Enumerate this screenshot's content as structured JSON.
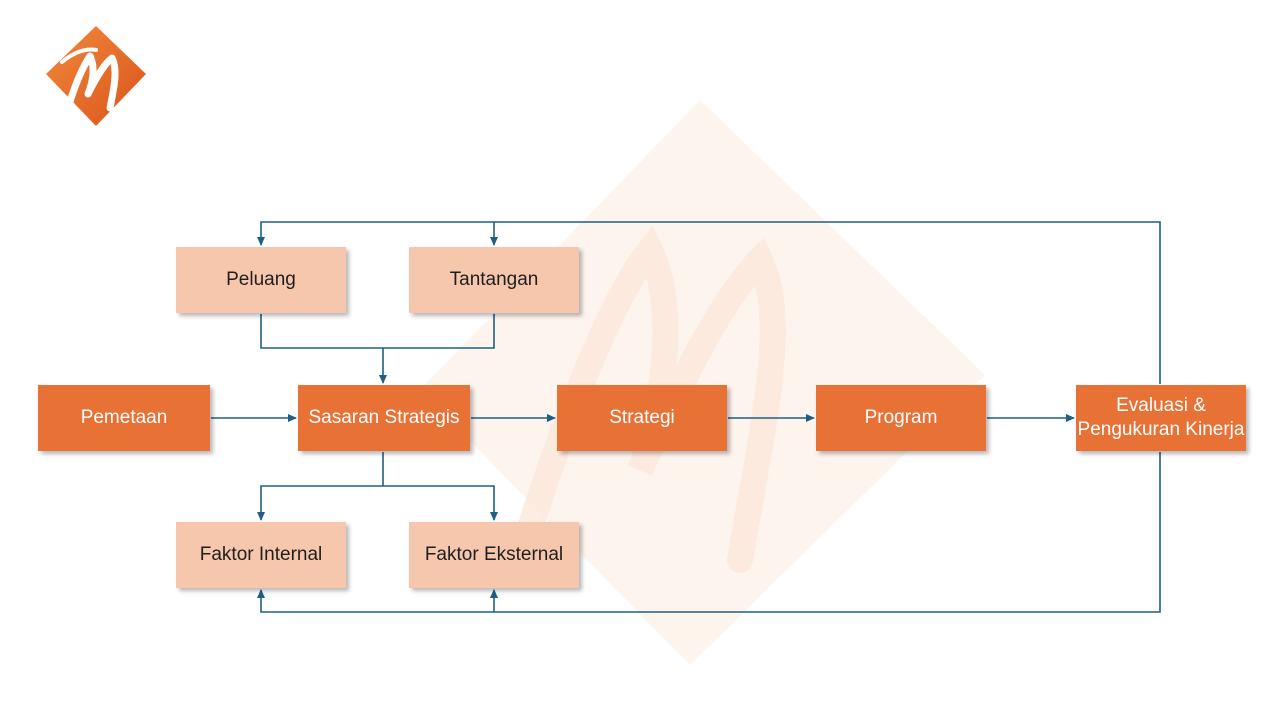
{
  "diagram": {
    "nodes": {
      "peluang": "Peluang",
      "tantangan": "Tantangan",
      "pemetaan": "Pemetaan",
      "sasaran_strategis": "Sasaran Strategis",
      "strategi": "Strategi",
      "program": "Program",
      "evaluasi_line1": "Evaluasi &",
      "evaluasi_line2": "Pengukuran Kinerja",
      "faktor_internal": "Faktor Internal",
      "faktor_eksternal": "Faktor Eksternal"
    },
    "edges": [
      {
        "from": "Pemetaan",
        "to": "Sasaran Strategis"
      },
      {
        "from": "Peluang",
        "to": "Sasaran Strategis"
      },
      {
        "from": "Tantangan",
        "to": "Sasaran Strategis"
      },
      {
        "from": "Sasaran Strategis",
        "to": "Strategi"
      },
      {
        "from": "Strategi",
        "to": "Program"
      },
      {
        "from": "Program",
        "to": "Evaluasi & Pengukuran Kinerja"
      },
      {
        "from": "Sasaran Strategis",
        "to": "Faktor Internal"
      },
      {
        "from": "Sasaran Strategis",
        "to": "Faktor Eksternal"
      },
      {
        "from": "Evaluasi & Pengukuran Kinerja",
        "to": "Peluang"
      },
      {
        "from": "Evaluasi & Pengukuran Kinerja",
        "to": "Tantangan"
      },
      {
        "from": "Evaluasi & Pengukuran Kinerja",
        "to": "Faktor Internal"
      },
      {
        "from": "Evaluasi & Pengukuran Kinerja",
        "to": "Faktor Eksternal"
      }
    ]
  },
  "colors": {
    "primary_box": "#e87135",
    "secondary_box": "#f6c6ad",
    "connector": "#1f5f82",
    "logo_orange": "#e8621c"
  },
  "logo": {
    "icon": "m-diamond-logo"
  }
}
